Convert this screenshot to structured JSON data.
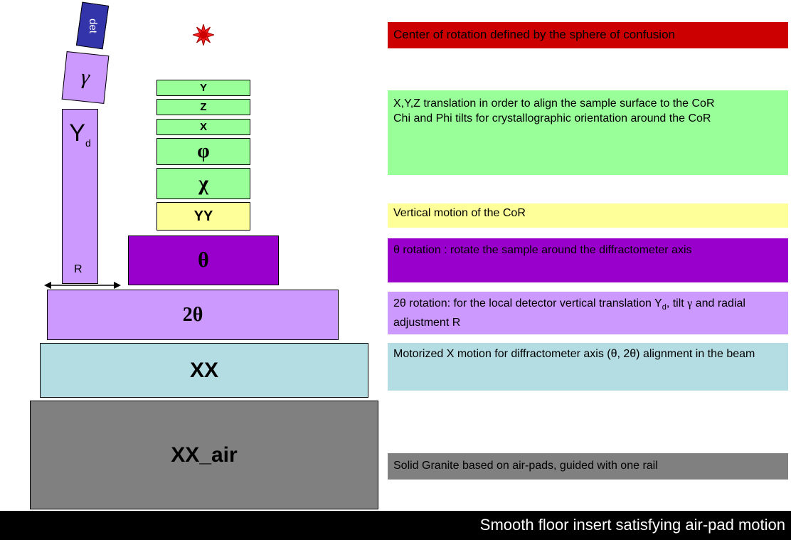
{
  "stack": {
    "det": "det",
    "gamma": "γ",
    "yd_main": "Y",
    "yd_sub": "d",
    "r_label": "R",
    "y": "Y",
    "z": "Z",
    "x": "X",
    "phi": "φ",
    "chi": "χ",
    "yy": "YY",
    "theta": "θ",
    "two_theta": "2θ",
    "xx": "XX",
    "xx_air": "XX_air"
  },
  "labels": {
    "cor": "Center of rotation defined by the sphere of confusion",
    "xyz_line1": "X,Y,Z translation in order to align the sample surface to the CoR",
    "xyz_line2": "Chi and Phi tilts for crystallographic orientation around the CoR",
    "yy": "Vertical motion of the CoR",
    "theta": "θ rotation : rotate the sample around the diffractometer axis",
    "two_theta_pre": "2θ rotation: for the local detector vertical translation ",
    "two_theta_y": "Y",
    "two_theta_sub": "d",
    "two_theta_mid": ", tilt ",
    "two_theta_gamma": "γ",
    "two_theta_post": " and radial adjustment R",
    "xx": "Motorized X motion for diffractometer axis (θ, 2θ) alignment in  the beam",
    "granite": "Solid Granite based on air-pads, guided with one rail",
    "floor": "Smooth floor insert satisfying air-pad motion"
  },
  "colors": {
    "red": "#cc0000",
    "green": "#99ff99",
    "yellow": "#ffff99",
    "purple": "#9900cc",
    "lavender": "#cc99ff",
    "cyan": "#b4dde3",
    "gray": "#808080",
    "black": "#000000"
  }
}
